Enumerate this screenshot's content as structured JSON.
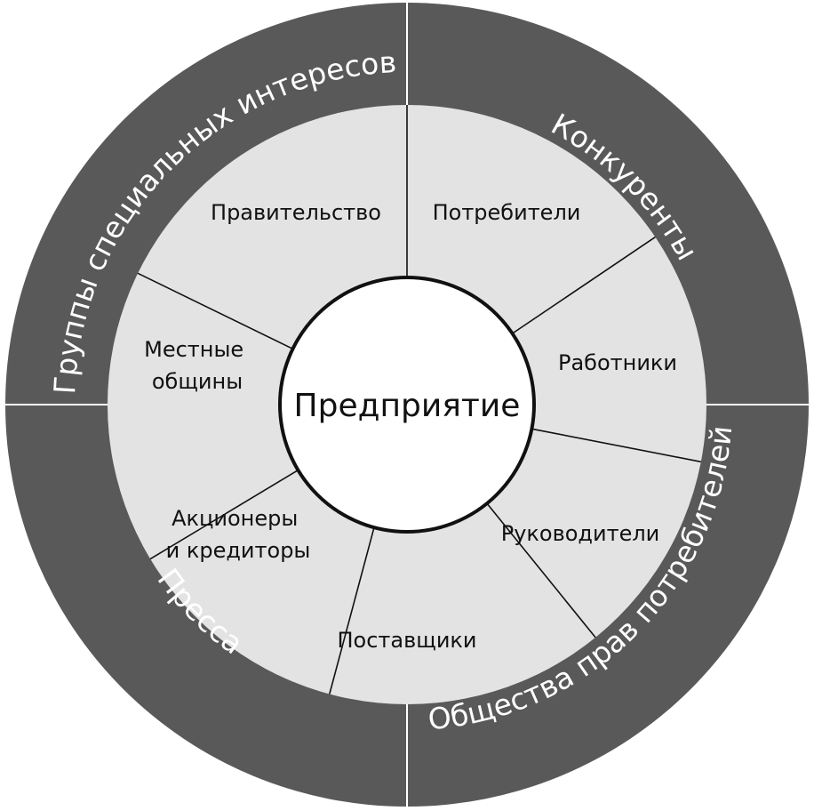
{
  "center": {
    "label": "Предприятие"
  },
  "inner_ring": [
    {
      "lines": [
        "Правительство"
      ]
    },
    {
      "lines": [
        "Потребители"
      ]
    },
    {
      "lines": [
        "Работники"
      ]
    },
    {
      "lines": [
        "Руководители"
      ]
    },
    {
      "lines": [
        "Поставщики"
      ]
    },
    {
      "lines": [
        "Акционеры",
        "и кредиторы"
      ]
    },
    {
      "lines": [
        "Местные",
        "общины"
      ]
    }
  ],
  "outer_ring": [
    {
      "label": "Группы специальных интересов"
    },
    {
      "label": "Конкуренты"
    },
    {
      "label": "Общества прав потребителей"
    },
    {
      "label": "Пресса"
    }
  ],
  "colors": {
    "outer_ring": "#595959",
    "inner_ring": "#e3e3e3",
    "center": "#ffffff",
    "lines": "#111111",
    "outer_text": "#ffffff"
  }
}
